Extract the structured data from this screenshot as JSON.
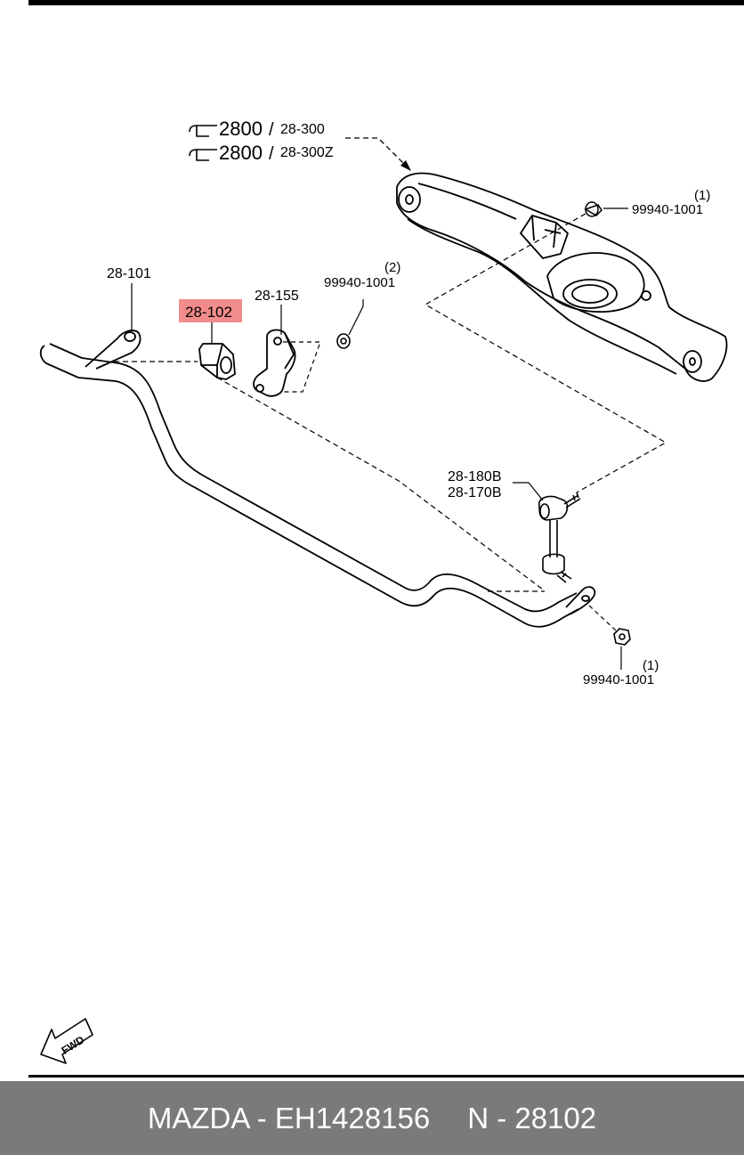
{
  "diagram": {
    "ref_top_1_main": "2800",
    "ref_top_1_sub": "28-300",
    "ref_top_2_main": "2800",
    "ref_top_2_sub": "28-300Z",
    "part_28_101": "28-101",
    "part_28_102": "28-102",
    "part_28_155": "28-155",
    "bolt_left_number": "99940-1001",
    "bolt_left_qty": "(2)",
    "bolt_upper_right_number": "99940-1001",
    "bolt_upper_right_qty": "(1)",
    "link_part_1": "28-180B",
    "link_part_2": "28-170B",
    "nut_lower_number": "99940-1001",
    "nut_lower_qty": "(1)",
    "fwd_label": "FWD",
    "highlight_color": "#f28b8b"
  },
  "footer": {
    "brand_part": "MAZDA - EH1428156",
    "ref_part": "N - 28102",
    "background": "#7a7a7a"
  }
}
